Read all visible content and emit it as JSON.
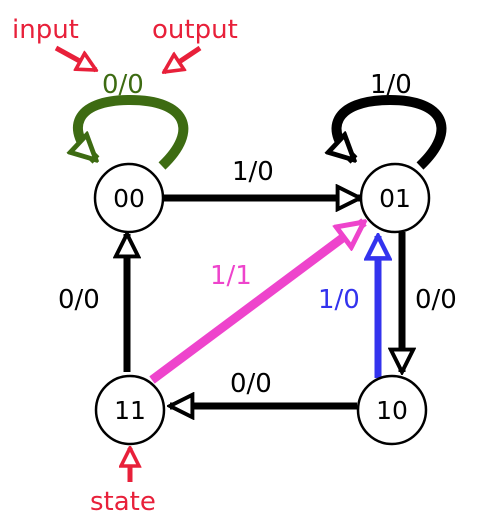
{
  "annotations": {
    "input": "input",
    "output": "output",
    "state": "state"
  },
  "states": {
    "s00": "00",
    "s01": "01",
    "s10": "10",
    "s11": "11"
  },
  "transitions": {
    "t00_self": "0/0",
    "t01_self": "1/0",
    "t00_01": "1/0",
    "t01_10": "0/0",
    "t10_01": "1/0",
    "t10_11": "0/0",
    "t11_00": "0/0",
    "t11_01": "1/1"
  },
  "colors": {
    "black": "#000000",
    "annotation": "#e8203a",
    "self_loop_00": "#3d6b12",
    "highlight_11_01": "#ee44cc",
    "highlight_10_01": "#3333ee"
  }
}
